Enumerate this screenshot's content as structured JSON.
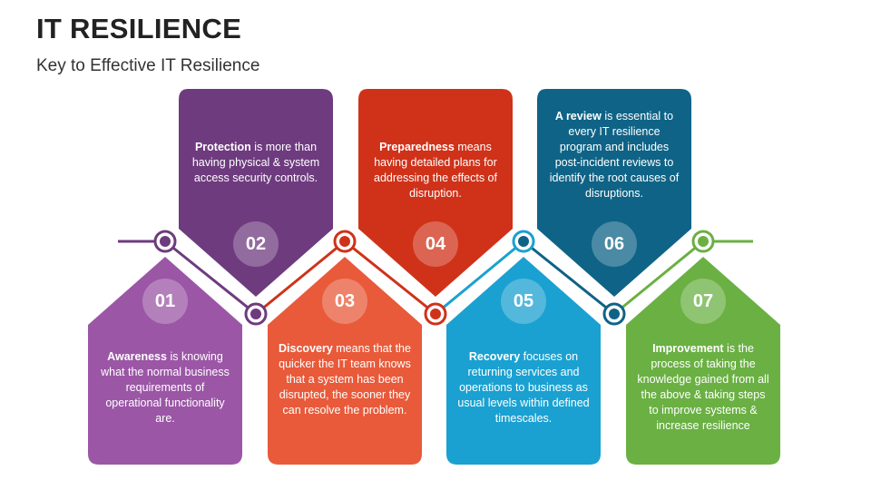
{
  "title": "IT RESILIENCE",
  "subtitle": "Key to Effective IT Resilience",
  "colors": {
    "s01": "#9b56a6",
    "s02": "#6e3b7e",
    "s03": "#e85a3a",
    "s04": "#cf3219",
    "s05": "#1aa1d1",
    "s06": "#0f6386",
    "s07": "#6ab043",
    "title": "#222222"
  },
  "steps": [
    {
      "id": "01",
      "term": "Awareness",
      "text": " is knowing what the normal business requirements of operational functionality are."
    },
    {
      "id": "02",
      "term": "Protection",
      "text": " is more than having physical & system access security controls."
    },
    {
      "id": "03",
      "term": "Discovery",
      "text": " means that the quicker the IT team knows that a system has been disrupted, the sooner they can resolve the problem."
    },
    {
      "id": "04",
      "term": "Preparedness",
      "text": " means having detailed plans for addressing the effects of disruption."
    },
    {
      "id": "05",
      "term": "Recovery",
      "text": " focuses on returning services and operations to business as usual levels within defined timescales."
    },
    {
      "id": "06",
      "term": "A review",
      "text": " is essential to every IT resilience program and includes post-incident reviews to identify the root causes of disruptions."
    },
    {
      "id": "07",
      "term": "Improvement",
      "text": " is the process of taking the knowledge gained from all the above & taking steps to improve systems & increase resilience"
    }
  ]
}
